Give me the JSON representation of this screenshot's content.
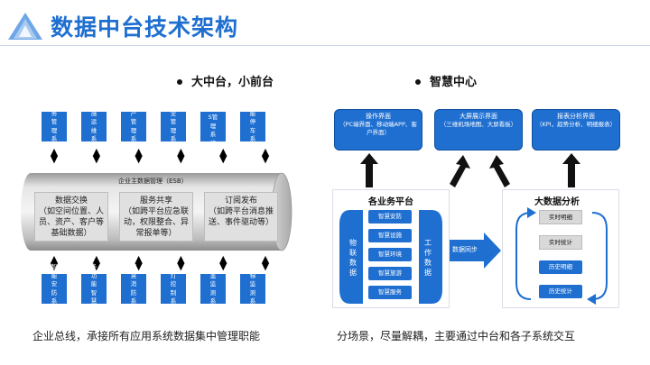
{
  "header": {
    "title": "数据中台技术架构"
  },
  "left": {
    "heading": "大中台，小前台",
    "top_systems": [
      "服务管理系统",
      "设施运维系统",
      "资产管理系统",
      "物业管理系统",
      "EHS管理系统",
      "智能停车系统"
    ],
    "esb_label": "企业主数据管理（ESB）",
    "functions": [
      {
        "title": "数据交换",
        "body": "（如空间位置、人员、资产、客户等基础数据）"
      },
      {
        "title": "服务共享",
        "body": "（如跨平台应急联动，权限整合、异常报单等）"
      },
      {
        "title": "订阅发布",
        "body": "（如跨平台消息推送、事件驱动等）"
      }
    ],
    "bottom_systems": [
      "智能安防系统",
      "多功能智慧塔",
      "智慧消防系统",
      "路灯控制系统",
      "井盖监测系统",
      "电梯监测系统"
    ],
    "caption": "企业总线，承接所有应用系统数据集中管理职能"
  },
  "right": {
    "heading": "智慧中心",
    "screens": [
      {
        "title": "操作界面",
        "body": "（PC端界面、移动端APP、客户界面）"
      },
      {
        "title": "大屏展示界面",
        "body": "（三维机场地图、大屏看板）"
      },
      {
        "title": "报表分析界面",
        "body": "（KPI，趋势分析、明细报表）"
      }
    ],
    "platform": {
      "title": "各业务平台",
      "left_label": "物联数据",
      "right_label": "工作数据",
      "items": [
        "智慧安防",
        "智慧设施",
        "智慧环境",
        "智慧旅游",
        "智慧服务"
      ]
    },
    "sync_label": "数据同步",
    "analysis": {
      "title": "大数据分析",
      "items": [
        {
          "label": "实时明细",
          "style": "blue"
        },
        {
          "label": "实时统计",
          "style": "gray"
        },
        {
          "label": "历史明细",
          "style": "blue"
        },
        {
          "label": "历史统计",
          "style": "blue"
        }
      ]
    },
    "caption": "分场景，尽量解耦，主要通过中台和各子系统交互"
  },
  "colors": {
    "accent": "#1f6fd1",
    "dark_blue": "#0f4f9e"
  }
}
